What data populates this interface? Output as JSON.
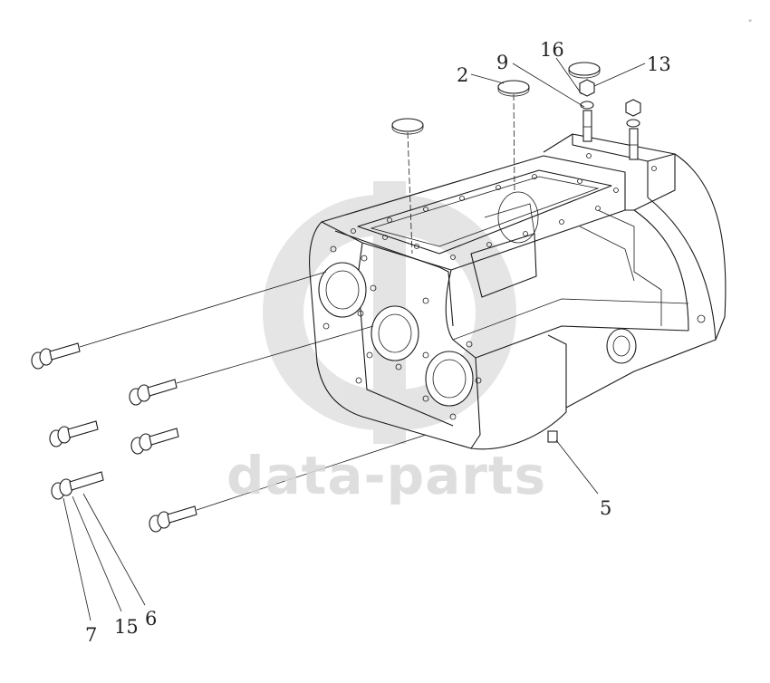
{
  "watermark": {
    "text": "data-parts",
    "color": "#d9d9d9"
  },
  "callouts": [
    {
      "id": "2",
      "label": "2"
    },
    {
      "id": "9",
      "label": "9"
    },
    {
      "id": "16",
      "label": "16"
    },
    {
      "id": "13",
      "label": "13"
    },
    {
      "id": "5",
      "label": "5"
    },
    {
      "id": "7",
      "label": "7"
    },
    {
      "id": "15",
      "label": "15"
    },
    {
      "id": "6",
      "label": "6"
    }
  ],
  "colors": {
    "line": "#1a1a1a",
    "background": "#ffffff"
  }
}
